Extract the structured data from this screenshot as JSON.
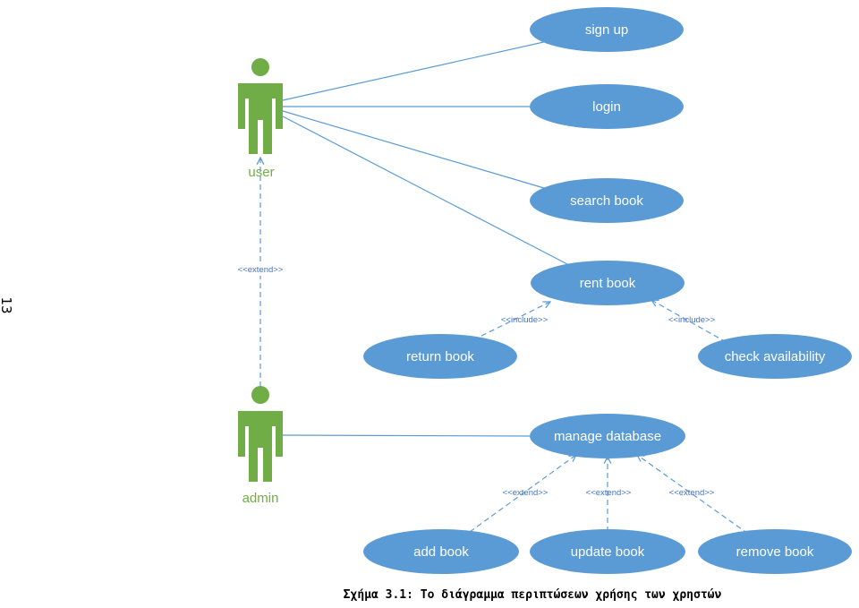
{
  "page_number": "13",
  "caption": "Σχήμα 3.1: Το διάγραμμα περιπτώσεων χρήσης των χρηστών",
  "colors": {
    "use_case_fill": "#5b9bd5",
    "actor": "#70ad47",
    "line": "#5b9bd5"
  },
  "actors": {
    "user": "user",
    "admin": "admin"
  },
  "use_cases": {
    "sign_up": "sign up",
    "login": "login",
    "search_book": "search book",
    "rent_book": "rent book",
    "return_book": "return book",
    "check_availability": "check availability",
    "manage_database": "manage database",
    "add_book": "add book",
    "update_book": "update book",
    "remove_book": "remove book"
  },
  "stereotypes": {
    "extend": "<<extend>>",
    "include": "<<include>>"
  }
}
